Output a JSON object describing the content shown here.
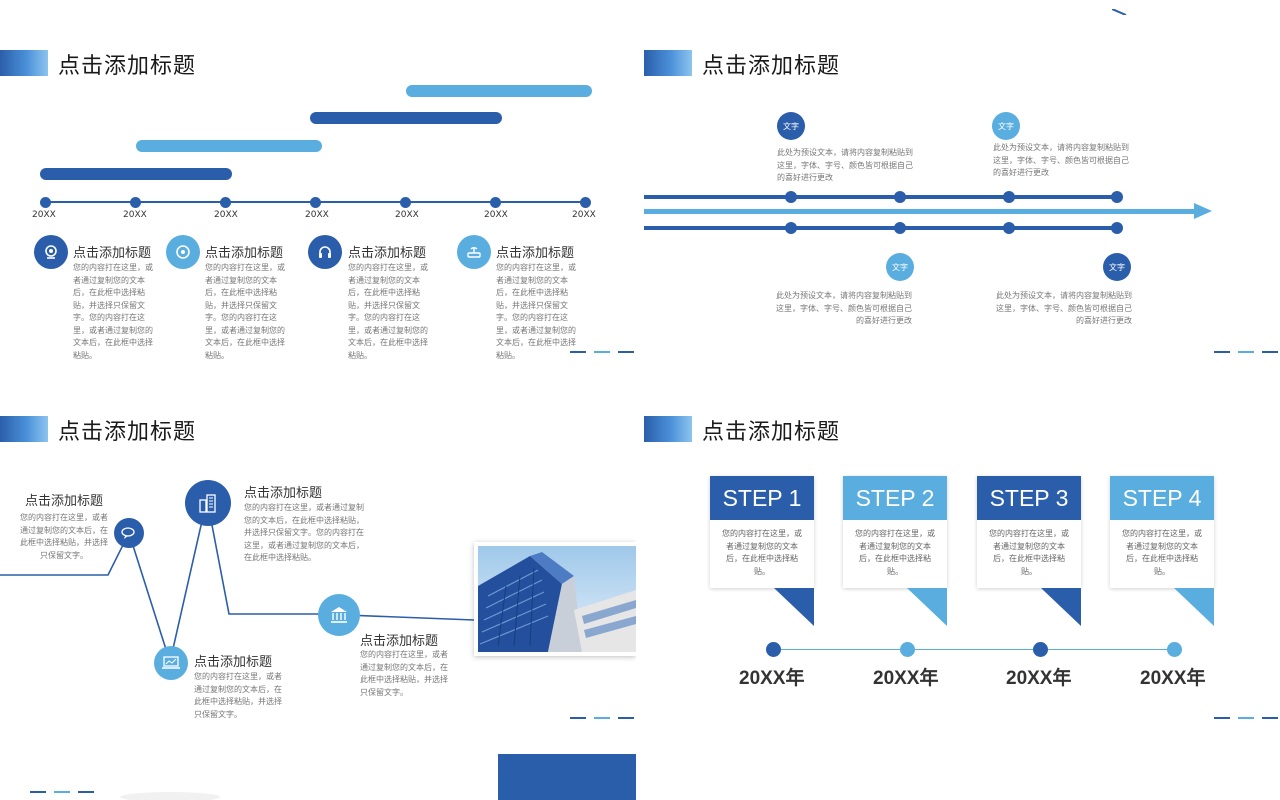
{
  "slide1": {
    "title": "点击添加标题",
    "years": [
      "20XX",
      "20XX",
      "20XX",
      "20XX",
      "20XX",
      "20XX",
      "20XX"
    ],
    "items": [
      {
        "icon": "webcam-icon",
        "heading": "点击添加标题",
        "text": "您的内容打在这里，或者通过复制您的文本后，在此框中选择粘贴，并选择只保留文字。您的内容打在这里，或者通过复制您的文本后，在此框中选择粘贴。"
      },
      {
        "icon": "disc-icon",
        "heading": "点击添加标题",
        "text": "您的内容打在这里，或者通过复制您的文本后，在此框中选择粘贴，并选择只保留文字。您的内容打在这里，或者通过复制您的文本后，在此框中选择粘贴。"
      },
      {
        "icon": "headphones-icon",
        "heading": "点击添加标题",
        "text": "您的内容打在这里，或者通过复制您的文本后，在此框中选择粘贴，并选择只保留文字。您的内容打在这里，或者通过复制您的文本后，在此框中选择粘贴。"
      },
      {
        "icon": "router-icon",
        "heading": "点击添加标题",
        "text": "您的内容打在这里，或者通过复制您的文本后，在此框中选择粘贴，并选择只保留文字。您的内容打在这里，或者通过复制您的文本后，在此框中选择粘贴。"
      }
    ]
  },
  "slide2": {
    "title": "点击添加标题",
    "items": [
      {
        "badge": "文字",
        "text": "此处为预设文本，请将内容复制粘贴到这里，字体、字号、颜色皆可根据自己的喜好进行更改"
      },
      {
        "badge": "文字",
        "text": "此处为预设文本，请将内容复制粘贴到这里，字体、字号、颜色皆可根据自己的喜好进行更改"
      },
      {
        "badge": "文字",
        "text": "此处为预设文本，请将内容复制粘贴到这里，字体、字号、颜色皆可根据自己的喜好进行更改"
      },
      {
        "badge": "文字",
        "text": "此处为预设文本，请将内容复制粘贴到这里，字体、字号、颜色皆可根据自己的喜好进行更改"
      }
    ]
  },
  "slide3": {
    "title": "点击添加标题",
    "items": [
      {
        "icon": "chat-bubbles-icon",
        "heading": "点击添加标题",
        "text": "您的内容打在这里，或者通过复制您的文本后，在此框中选择粘贴，并选择只保留文字。"
      },
      {
        "icon": "buildings-icon",
        "heading": "点击添加标题",
        "text": "您的内容打在这里，或者通过复制您的文本后，在此框中选择粘贴，并选择只保留文字。您的内容打在这里，或者通过复制您的文本后，在此框中选择粘贴。"
      },
      {
        "icon": "laptop-chart-icon",
        "heading": "点击添加标题",
        "text": "您的内容打在这里，或者通过复制您的文本后，在此框中选择粘贴，并选择只保留文字。"
      },
      {
        "icon": "bank-icon",
        "heading": "点击添加标题",
        "text": "您的内容打在这里，或者通过复制您的文本后，在此框中选择粘贴，并选择只保留文字。"
      }
    ]
  },
  "slide4": {
    "title": "点击添加标题",
    "steps": [
      {
        "label": "STEP 1",
        "text": "您的内容打在这里，或者通过复制您的文本后，在此框中选择粘贴。",
        "year": "20XX年"
      },
      {
        "label": "STEP 2",
        "text": "您的内容打在这里，或者通过复制您的文本后，在此框中选择粘贴。",
        "year": "20XX年"
      },
      {
        "label": "STEP 3",
        "text": "您的内容打在这里，或者通过复制您的文本后，在此框中选择粘贴。",
        "year": "20XX年"
      },
      {
        "label": "STEP 4",
        "text": "您的内容打在这里，或者通过复制您的文本后，在此框中选择粘贴。",
        "year": "20XX年"
      }
    ]
  },
  "colors": {
    "dark_blue": "#2b5eaa",
    "light_blue": "#5aaedf"
  }
}
